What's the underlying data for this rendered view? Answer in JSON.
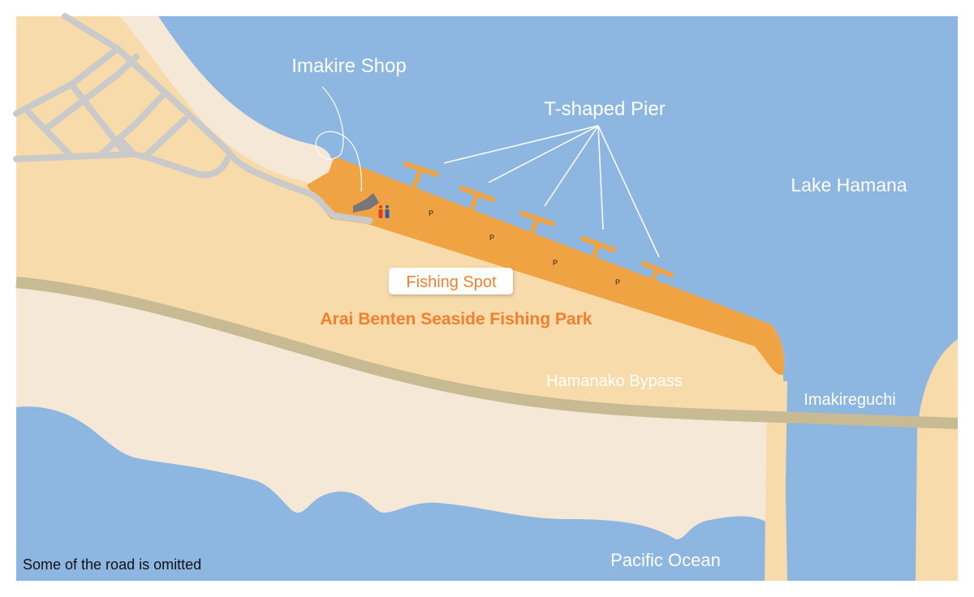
{
  "labels": {
    "imakire_shop": "Imakire Shop",
    "t_pier": "T-shaped Pier",
    "lake": "Lake Hamana",
    "fishing_spot": "Fishing Spot",
    "park": "Arai Benten Seaside Fishing Park",
    "bypass": "Hamanako Bypass",
    "imakireguchi": "Imakireguchi",
    "ocean": "Pacific Ocean",
    "note": "Some of the road is omitted",
    "parking": "P"
  },
  "colors": {
    "water": "#8DB6E0",
    "land": "#F8DBAA",
    "beach": "#F6E8D6",
    "park": "#EFA342",
    "road": "#CACACA",
    "bypass": "#C8BA93",
    "accent_text": "#F07F2E"
  }
}
